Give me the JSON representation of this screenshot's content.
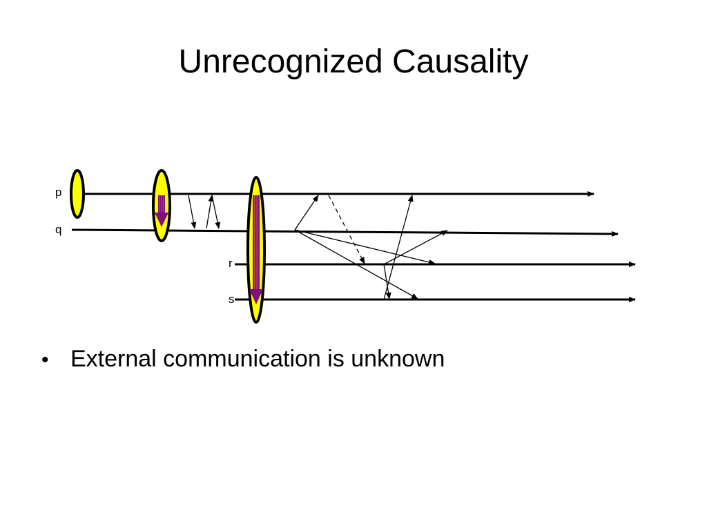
{
  "slide": {
    "title": "Unrecognized Causality"
  },
  "diagram": {
    "processes": [
      {
        "id": "p",
        "label": "p"
      },
      {
        "id": "q",
        "label": "q"
      },
      {
        "id": "r",
        "label": "r"
      },
      {
        "id": "s",
        "label": "s"
      }
    ],
    "colors": {
      "ellipse_fill": "#ffff00",
      "ellipse_stroke": "#000000",
      "arrow_fill": "#7f0f7f",
      "arrow_stripes": "#c0504d",
      "line": "#000000"
    }
  },
  "bullets": [
    {
      "text": "External communication is unknown"
    }
  ]
}
